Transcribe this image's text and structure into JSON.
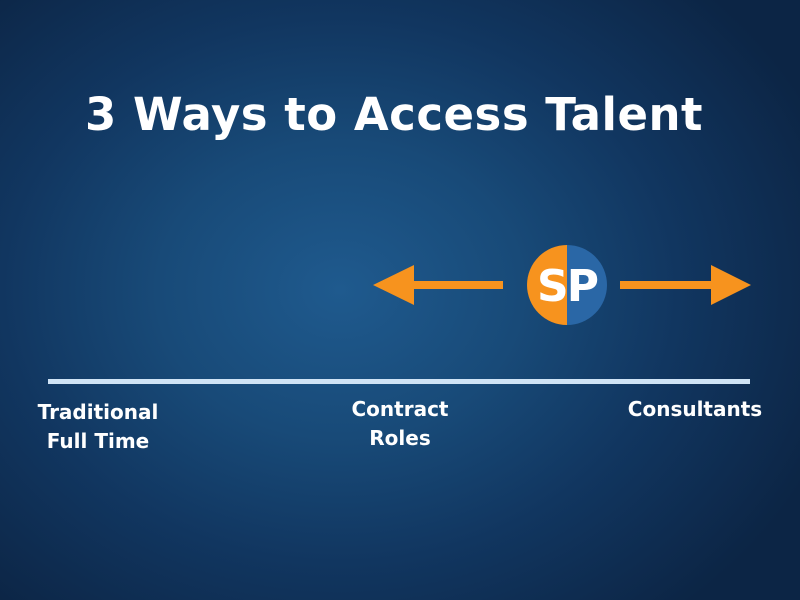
{
  "title": "3 Ways to Access Talent",
  "logo": {
    "text": "SP",
    "color_left": "#f7931e",
    "color_right": "#2a67a6"
  },
  "arrow_color": "#f7931e",
  "line_color": "#cfe3f5",
  "categories": [
    {
      "lines": [
        "Traditional",
        "Full Time"
      ]
    },
    {
      "lines": [
        "Contract",
        "Roles"
      ]
    },
    {
      "lines": [
        "Consultants"
      ]
    }
  ]
}
